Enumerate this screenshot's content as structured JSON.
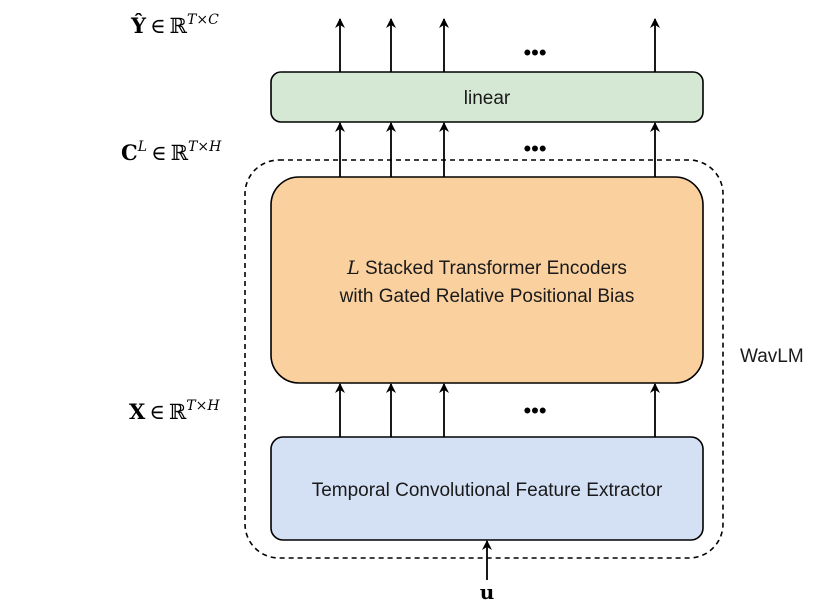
{
  "blocks": {
    "linear": {
      "label": "linear",
      "fill": "#d5e8d4"
    },
    "encoder": {
      "symbol": "L",
      "line1": "Stacked Transformer Encoders",
      "line2": "with Gated Relative Positional Bias",
      "fill": "#fad09f"
    },
    "extractor": {
      "label": "Temporal Convolutional Feature Extractor",
      "fill": "#d4e1f5"
    },
    "wavlm": {
      "label": "WavLM"
    }
  },
  "math_labels": {
    "y_hat": {
      "base": "Ŷ",
      "in": "∈",
      "set": "ℝ",
      "sup": "T×C"
    },
    "c_l": {
      "base": "C",
      "base_sup": "L",
      "in": "∈",
      "set": "ℝ",
      "sup": "T×H"
    },
    "x": {
      "base": "X",
      "in": "∈",
      "set": "ℝ",
      "sup": "T×H"
    },
    "u": {
      "base": "u"
    }
  },
  "ellipsis": "•••"
}
